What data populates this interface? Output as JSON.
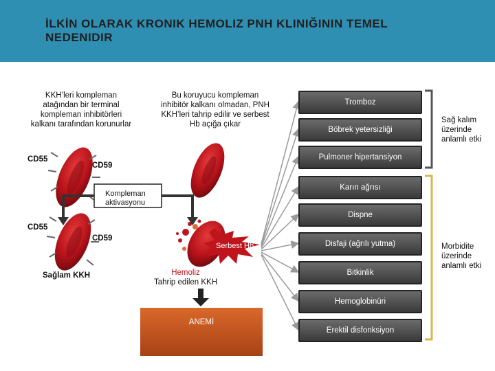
{
  "header": {
    "title": "İLKİN OLARAK KRONIK HEMOLIZ PNH KLINIĞININ TEMEL NEDENIDIR"
  },
  "left_caption": "KKH’leri kompleman atağından bir terminal kompleman inhibitörleri kalkanı tarafından korunurlar",
  "mid_caption": "Bu koruyucu kompleman inhibitör kalkanı olmadan, PNH KKH’leri tahrip edilir ve serbest  Hb açığa çıkar",
  "labels": {
    "cd55_top": "CD55",
    "cd59_top": "CD59",
    "cd55_bottom": "CD55",
    "cd59_bottom": "CD59",
    "healthy_rbc": "Sağlam KKH",
    "complement": "Kompleman aktivasyonu",
    "free_hb": "Serbest Hb",
    "hemolysis": "Hemoliz",
    "destroyed_rbc": "Tahrip edilen KKH",
    "anemia": "ANEMİ"
  },
  "outcomes": [
    "Tromboz",
    "Böbrek yetersizliği",
    "Pulmoner hipertansiyon",
    "Karın ağrısı",
    "Dispne",
    "Disfaji (ağrılı yutma)",
    "Bitkinlik",
    "Hemoglobinüri",
    "Erektil disfonksiyon"
  ],
  "brackets": {
    "survival": "Sağ kalım üzerinde anlamlı etki",
    "morbidity": "Morbidite üzerinde anlamlı etki"
  },
  "colors": {
    "header": "#2f8fb2",
    "rbc": "#c0141c",
    "outcome_box": "#4a4a4a",
    "anemia_box": "#c2571e",
    "bracket_survival": "#555555",
    "bracket_morbidity": "#d9b84a"
  }
}
